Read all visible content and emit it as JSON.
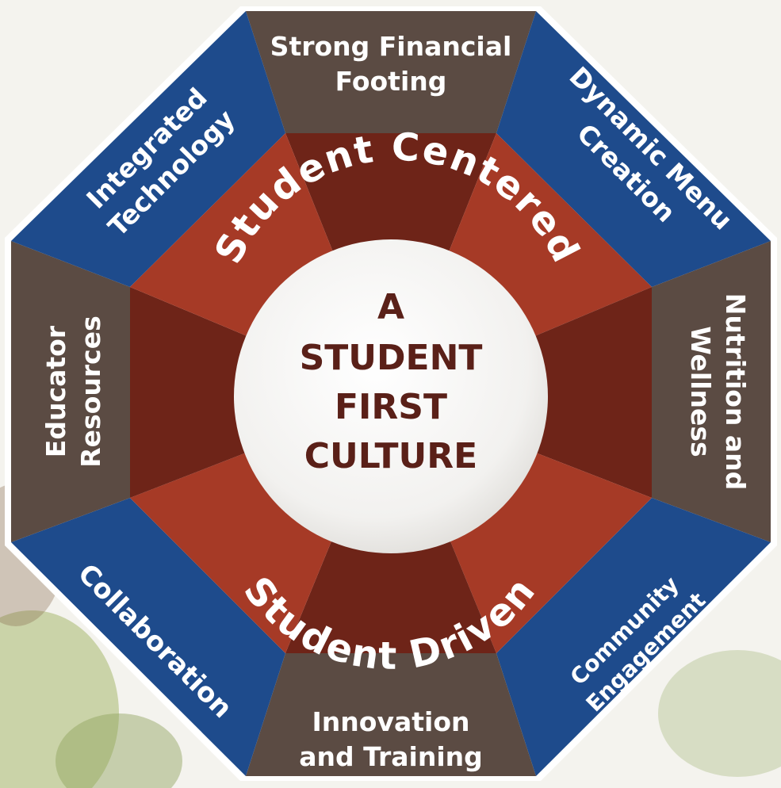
{
  "diagram": {
    "segments": [
      {
        "id": "top",
        "lines": [
          "Strong Financial",
          "Footing"
        ],
        "color": "#5b4b43"
      },
      {
        "id": "top-right",
        "lines": [
          "Dynamic Menu",
          "Creation"
        ],
        "color": "#1e4b8c"
      },
      {
        "id": "right",
        "lines": [
          "Nutrition and",
          "Wellness"
        ],
        "color": "#5b4b43"
      },
      {
        "id": "bottom-right",
        "lines": [
          "Community",
          "Engagement"
        ],
        "color": "#1e4b8c"
      },
      {
        "id": "bottom",
        "lines": [
          "Innovation",
          "and Training"
        ],
        "color": "#5b4b43"
      },
      {
        "id": "bottom-left",
        "lines": [
          "Collaboration"
        ],
        "color": "#1e4b8c"
      },
      {
        "id": "left",
        "lines": [
          "Educator",
          "Resources"
        ],
        "color": "#5b4b43"
      },
      {
        "id": "top-left",
        "lines": [
          "Integrated",
          "Technology"
        ],
        "color": "#1e4b8c"
      }
    ],
    "ring": {
      "top_label": "Student Centered",
      "bottom_label": "Student Driven",
      "colors": {
        "light": "#a63a26",
        "dark": "#6e2418"
      }
    },
    "center": {
      "lines": [
        "A",
        "STUDENT",
        "FIRST",
        "CULTURE"
      ],
      "text_color": "#5a2018",
      "fill": "#f2f1ef"
    }
  }
}
